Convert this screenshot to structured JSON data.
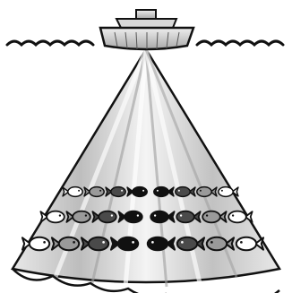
{
  "diagram": {
    "subject": "sonar-fish-finder",
    "colors": {
      "outline": "#111111",
      "boat_fill": "#d8d8d8",
      "beam_light": "#ffffff",
      "beam_mid": "#d9d9d9",
      "beam_dark": "#a8a8a8",
      "water_line": "#111111"
    },
    "fish_rows": [
      {
        "row": 1,
        "shades": [
          "#ffffff",
          "#9a9a9a",
          "#4a4a4a",
          "#111111",
          "#111111",
          "#4a4a4a",
          "#9a9a9a",
          "#ffffff"
        ]
      },
      {
        "row": 2,
        "shades": [
          "#ffffff",
          "#9a9a9a",
          "#4a4a4a",
          "#111111",
          "#111111",
          "#4a4a4a",
          "#9a9a9a",
          "#ffffff"
        ]
      },
      {
        "row": 3,
        "shades": [
          "#ffffff",
          "#9a9a9a",
          "#4a4a4a",
          "#111111",
          "#111111",
          "#4a4a4a",
          "#9a9a9a",
          "#ffffff"
        ]
      }
    ]
  }
}
